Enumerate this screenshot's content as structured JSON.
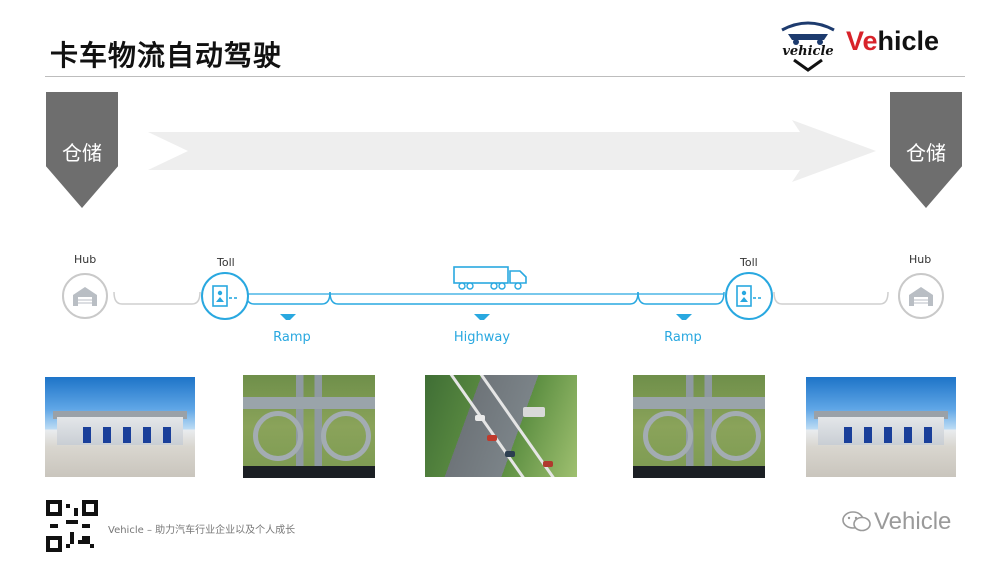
{
  "header": {
    "title": "卡车物流自动驾驶",
    "brand": {
      "accent_part": "Ve",
      "rest_part": "hicle",
      "logo_text": "vehicle",
      "accent_color": "#d8232a"
    }
  },
  "flow": {
    "left_storage_label": "仓储",
    "right_storage_label": "仓储",
    "left_hub_label": "Hub",
    "right_hub_label": "Hub",
    "left_toll_label": "Toll",
    "right_toll_label": "Toll",
    "segments": [
      "Ramp",
      "Highway",
      "Ramp"
    ],
    "accent_color": "#29a8e0"
  },
  "footer": {
    "tagline": "Vehicle – 助力汽车行业企业以及个人成长",
    "watermark": "Vehicle"
  }
}
